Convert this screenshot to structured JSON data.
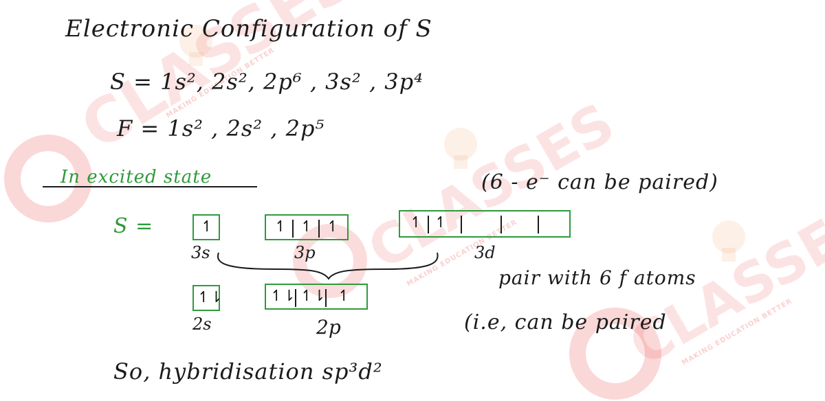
{
  "watermark": {
    "brand": "CLASSES",
    "tagline": "MAKING EDUCATION BETTER",
    "brand_color": "#e62828"
  },
  "accent_color": "#2e9a3c",
  "text_color": "#1b1b1b",
  "lines": {
    "title": "Electronic Configuration of S",
    "s_config": "S = 1s², 2s², 2p⁶ , 3s² , 3p⁴",
    "f_config": "F = 1s² , 2s² , 2p⁵",
    "excited_heading": "In excited state",
    "note_paired": "(6 - e⁻ can be paired)",
    "s_label": "S =",
    "pair_note": "pair with 6 f atoms",
    "ie_note": "(i.e, can be paired",
    "conclusion": "So, hybridisation sp³d²"
  },
  "sulfur_orbitals": {
    "s3": {
      "label": "3s",
      "cells": [
        "↿"
      ]
    },
    "p3": {
      "label": "3p",
      "cells": [
        "↿",
        "↿",
        "↿"
      ]
    },
    "d3": {
      "label": "3d",
      "cells": [
        "↿",
        "↿",
        "",
        "",
        ""
      ]
    }
  },
  "fluorine_orbitals": {
    "s2": {
      "label": "2s",
      "cells": [
        "↿⇂"
      ]
    },
    "p2": {
      "label": "2p",
      "cells": [
        "↿⇂",
        "↿⇂",
        "↿"
      ]
    }
  }
}
